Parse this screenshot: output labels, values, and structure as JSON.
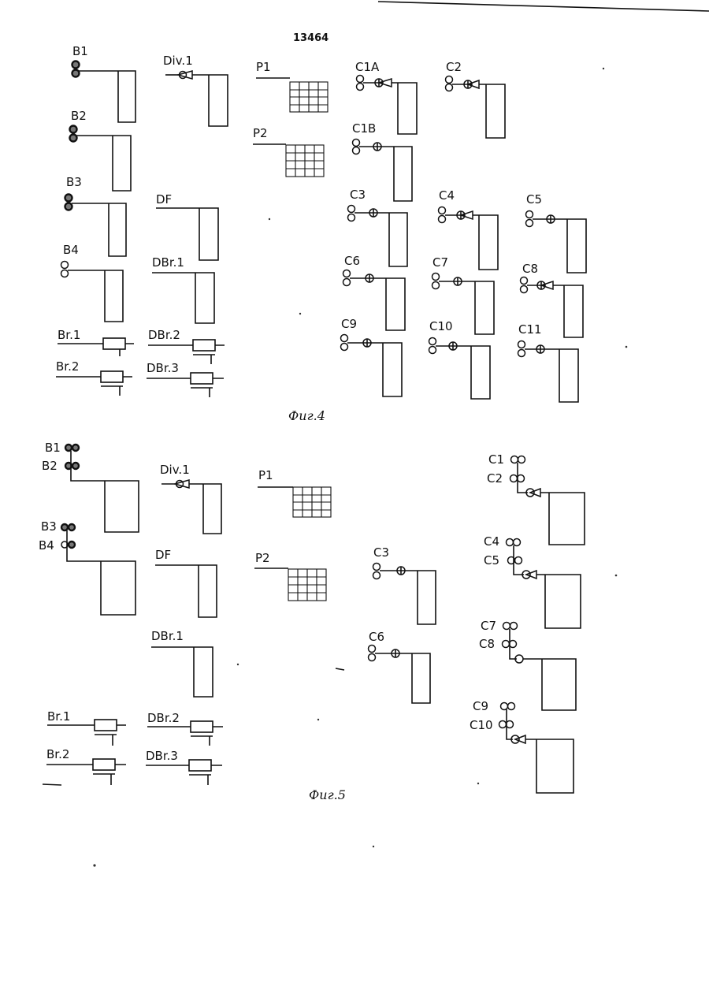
{
  "page_number": "13464",
  "captions": {
    "fig4": "Фиг.4",
    "fig5": "Фиг.5"
  },
  "fig4": {
    "bobbins": [
      "B1",
      "B2",
      "B3",
      "B4"
    ],
    "divider": "Div.1",
    "df": "DF",
    "dbr": [
      "DBr.1",
      "DBr.2",
      "DBr.3"
    ],
    "breakers": [
      "Br.1",
      "Br.2"
    ],
    "panels": [
      "P1",
      "P2"
    ],
    "cans": [
      "C1A",
      "C2",
      "C1B",
      "C3",
      "C4",
      "C5",
      "C6",
      "C7",
      "C8",
      "C9",
      "C10",
      "C11"
    ]
  },
  "fig5": {
    "bobbins": [
      "B1",
      "B2",
      "B3",
      "B4"
    ],
    "divider": "Div.1",
    "df": "DF",
    "dbr": [
      "DBr.1",
      "DBr.2",
      "DBr.3"
    ],
    "breakers": [
      "Br.1",
      "Br.2"
    ],
    "panels": [
      "P1",
      "P2"
    ],
    "cans": [
      "C3",
      "C6"
    ],
    "can_pairs": [
      "C1",
      "C2",
      "C4",
      "C5",
      "C7",
      "C8",
      "C9",
      "C10"
    ]
  }
}
